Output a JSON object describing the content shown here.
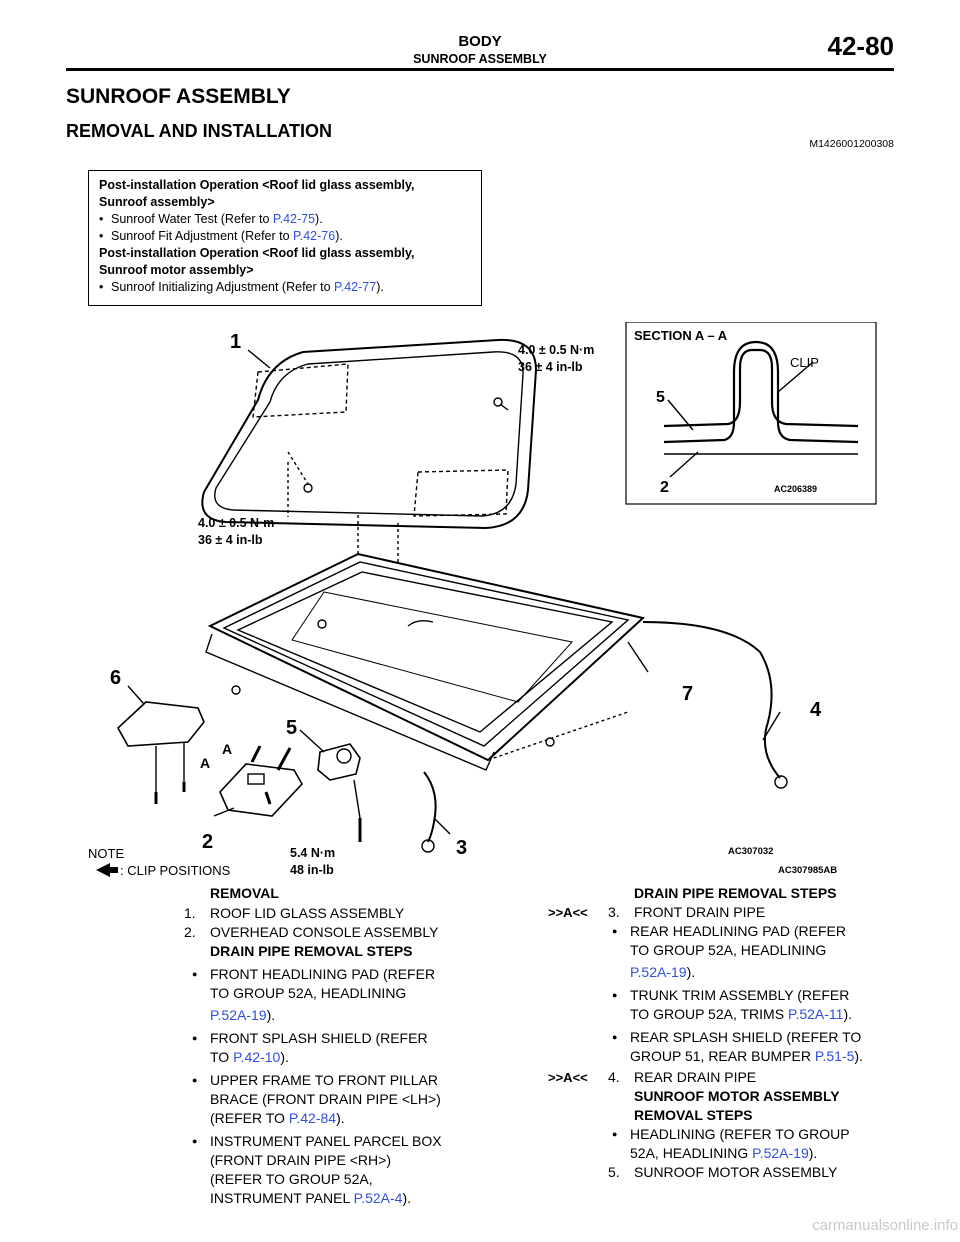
{
  "header": {
    "section": "BODY",
    "subsection": "SUNROOF ASSEMBLY",
    "page": "42-80"
  },
  "title": "SUNROOF ASSEMBLY",
  "subtitle": "REMOVAL AND INSTALLATION",
  "doc_code": "M1426001200308",
  "post_install": {
    "op1_heading_1": "Post-installation Operation <Roof lid glass assembly,",
    "op1_heading_2": "Sunroof assembly>",
    "op1_item1_text": "Sunroof Water Test (Refer to ",
    "op1_item1_link": "P.42-75",
    "op1_item2_text": "Sunroof Fit Adjustment (Refer to ",
    "op1_item2_link": "P.42-76",
    "op2_heading_1": "Post-installation Operation <Roof lid glass assembly,",
    "op2_heading_2": "Sunroof motor assembly>",
    "op2_item1_text": "Sunroof Initializing Adjustment (Refer to ",
    "op2_item1_link": "P.42-77",
    "close": ")."
  },
  "figure": {
    "callouts": [
      "1",
      "2",
      "3",
      "4",
      "5",
      "6",
      "7"
    ],
    "section_markers": [
      "A",
      "A"
    ],
    "torque_top_1": "4.0 ± 0.5 N·m",
    "torque_top_2": "36 ± 4 in-lb",
    "torque_left_1": "4.0 ± 0.5 N·m",
    "torque_left_2": "36 ± 4 in-lb",
    "torque_bottom_1": "5.4 N·m",
    "torque_bottom_2": "48 in-lb",
    "section_title": "SECTION A – A",
    "section_clip": "CLIP",
    "section_5": "5",
    "section_2": "2",
    "section_code": "AC206389",
    "fig_code_1": "AC307032",
    "fig_code_2": "AC307985AB",
    "note": "NOTE",
    "note_legend": ": CLIP POSITIONS"
  },
  "left_col": {
    "removal": "REMOVAL",
    "item1_num": "1.",
    "item1": "ROOF LID GLASS ASSEMBLY",
    "item2_num": "2.",
    "item2": "OVERHEAD CONSOLE ASSEMBLY",
    "drain_steps": "DRAIN PIPE REMOVAL STEPS",
    "b1_l1": "FRONT HEADLINING PAD (REFER",
    "b1_l2": "TO GROUP 52A, HEADLINING",
    "b1_link": "P.52A-19",
    "b2_l1": "FRONT SPLASH SHIELD (REFER",
    "b2_l2": "TO ",
    "b2_link": "P.42-10",
    "b3_l1": "UPPER FRAME TO FRONT PILLAR",
    "b3_l2": "BRACE (FRONT DRAIN PIPE <LH>)",
    "b3_l3": "(REFER TO ",
    "b3_link": "P.42-84",
    "b4_l1": "INSTRUMENT PANEL PARCEL BOX",
    "b4_l2": "(FRONT DRAIN PIPE <RH>)",
    "b4_l3": "(REFER TO GROUP 52A,",
    "b4_l4": "INSTRUMENT PANEL ",
    "b4_link": "P.52A-4",
    "close": ").",
    "close2": ")."
  },
  "right_col": {
    "drain_steps": "DRAIN PIPE REMOVAL STEPS",
    "label_a": ">>A<<",
    "item3_num": "3.",
    "item3": "FRONT DRAIN PIPE",
    "b1_l1": "REAR HEADLINING PAD (REFER",
    "b1_l2": "TO GROUP 52A, HEADLINING",
    "b1_link": "P.52A-19",
    "b2_l1": "TRUNK TRIM ASSEMBLY (REFER",
    "b2_l2": "TO GROUP 52A, TRIMS ",
    "b2_link": "P.52A-11",
    "b3_l1": "REAR SPLASH SHIELD (REFER TO",
    "b3_l2": "GROUP 51, REAR BUMPER ",
    "b3_link": "P.51-5",
    "label_a2": ">>A<<",
    "item4_num": "4.",
    "item4": "REAR DRAIN PIPE",
    "motor_steps_1": "SUNROOF MOTOR ASSEMBLY",
    "motor_steps_2": "REMOVAL STEPS",
    "b4_l1": "HEADLINING (REFER TO GROUP",
    "b4_l2": "52A, HEADLINING ",
    "b4_link": "P.52A-19",
    "item5_num": "5.",
    "item5": "SUNROOF MOTOR ASSEMBLY",
    "close": ")."
  },
  "watermark": "carmanualsonline.info"
}
